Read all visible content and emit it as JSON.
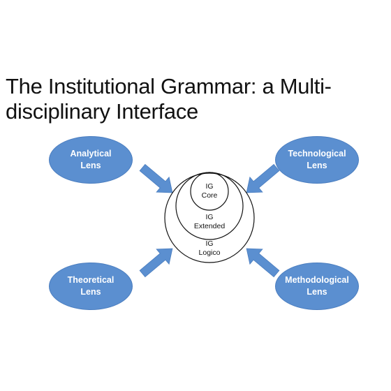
{
  "title": {
    "line1": "The Institutional Grammar: a Multi-",
    "line2": "disciplinary Interface"
  },
  "lenses": {
    "analytical": {
      "line1": "Analytical",
      "line2": "Lens"
    },
    "technological": {
      "line1": "Technological",
      "line2": "Lens"
    },
    "theoretical": {
      "line1": "Theoretical",
      "line2": "Lens"
    },
    "methodological": {
      "line1": "Methodological",
      "line2": "Lens"
    }
  },
  "circles": {
    "core": {
      "line1": "IG",
      "line2": "Core"
    },
    "extended": {
      "line1": "IG",
      "line2": "Extended"
    },
    "logico": {
      "line1": "IG",
      "line2": "Logico"
    }
  },
  "colors": {
    "lens_fill": "#5b8fd0",
    "arrow_fill": "#5b8fd0",
    "text": "#111111",
    "background": "#ffffff"
  }
}
